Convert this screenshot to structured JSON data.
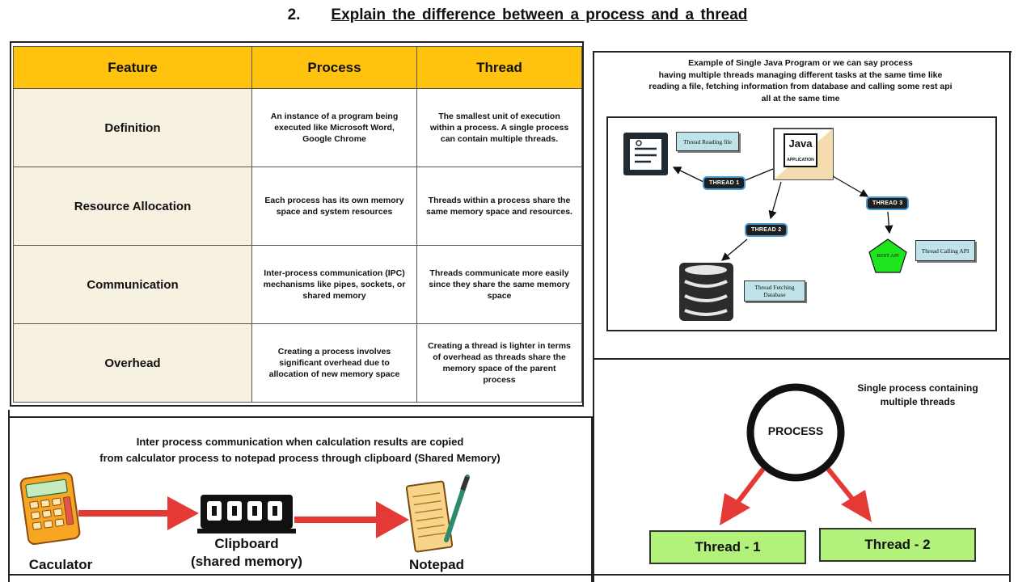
{
  "header": {
    "number": "2.",
    "title": "Explain the difference between a process and a thread"
  },
  "table": {
    "headers": [
      "Feature",
      "Process",
      "Thread"
    ],
    "rows": [
      {
        "feature": "Definition",
        "process": "An instance of a program being executed like Microsoft Word, Google Chrome",
        "thread": "The smallest unit of execution within a process. A single process can contain multiple threads."
      },
      {
        "feature": "Resource Allocation",
        "process": "Each process has its own memory space and system resources",
        "thread": "Threads within a process share the same memory space and resources."
      },
      {
        "feature": "Communication",
        "process": "Inter-process communication (IPC) mechanisms like pipes, sockets, or shared memory",
        "thread": "Threads communicate more easily since they share the same memory space"
      },
      {
        "feature": "Overhead",
        "process": "Creating a process involves significant overhead due to allocation of new memory space",
        "thread": "Creating a thread is lighter in terms of overhead as threads share the memory space of the parent process"
      }
    ]
  },
  "java_example": {
    "caption_lines": [
      "Example of  Single Java Program  or we can say process",
      "having multiple threads managing different tasks  at the  same time like",
      "reading  a file, fetching  information from database and  calling some rest api",
      "all at the same time"
    ],
    "java_logo": "Java",
    "java_sub": "APPLICATION",
    "threads": [
      "THREAD 1",
      "THREAD 2",
      "THREAD 3"
    ],
    "notes": {
      "reading": "Thread  Reading file",
      "fetching": "Thread  Fetching Database",
      "calling": "Thread Calling API"
    },
    "rest_api": "REST API"
  },
  "ipc": {
    "caption_line1": "Inter process  communication  when  calculation results are copied",
    "caption_line2": "from calculator process to notepad process through clipboard (Shared Memory)",
    "calculator_label": "Caculator",
    "clipboard_label_1": "Clipboard",
    "clipboard_label_2": "(shared memory)",
    "notepad_label": "Notepad",
    "arrow_color": "#E53935"
  },
  "single_process": {
    "caption_line1": "Single process containing",
    "caption_line2": "multiple threads",
    "process_label": "PROCESS",
    "threads": [
      "Thread - 1",
      "Thread - 2"
    ],
    "thread_color": "#B2F27A"
  },
  "colors": {
    "header_fill": "#FFC20E",
    "feature_fill": "#F6F1E1",
    "note_fill": "#BFE3E8",
    "rest_api_fill": "#1EE61E"
  }
}
